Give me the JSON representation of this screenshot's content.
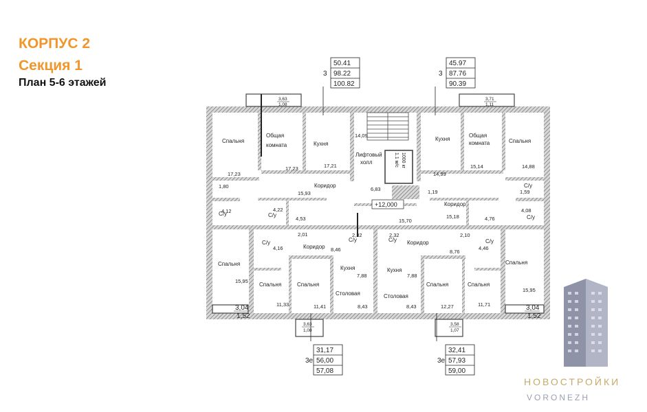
{
  "header": {
    "building": "КОРПУС 2",
    "section": "Секция 1",
    "floor_plan": "План 5-6 этажей"
  },
  "apartment_tables": [
    {
      "rooms": "3",
      "values": [
        "50.41",
        "98.22",
        "100.82"
      ]
    },
    {
      "rooms": "3",
      "values": [
        "45.97",
        "87.76",
        "90.39"
      ]
    },
    {
      "rooms": "3е",
      "values": [
        "31,17",
        "56,00",
        "57,08"
      ]
    },
    {
      "rooms": "3е",
      "values": [
        "32,41",
        "57,93",
        "59,00"
      ]
    }
  ],
  "balconies": [
    {
      "a": "3,63",
      "b": "1,08"
    },
    {
      "a": "3,71",
      "b": "1,11"
    },
    {
      "a": "3,63",
      "b": "1,08"
    },
    {
      "a": "3,58",
      "b": "1,07"
    },
    {
      "a": "3,04",
      "b": "1,52"
    },
    {
      "a": "3,04",
      "b": "1,52"
    }
  ],
  "rooms": {
    "spalnya": "Спальня",
    "obshaya": "Общая",
    "komnata": "комната",
    "kuhnya": "Кухня",
    "koridor": "Коридор",
    "su": "С/у",
    "stolovaya": "Столовая",
    "lift_hall_1": "Лифтовый",
    "lift_hall_2": "холл",
    "elevator": "1000 кг",
    "elevator_2": "1.1 м/с",
    "elevation": "+12,000"
  },
  "areas": {
    "a_17_23_top": "17,23",
    "a_17_21": "17,21",
    "a_14_09": "14,09",
    "a_14_99": "14,99",
    "a_15_14": "15,14",
    "a_14_88": "14,88",
    "a_17_23_left": "17,23",
    "a_1_80": "1,80",
    "a_15_93": "15,93",
    "a_6_83": "6,83",
    "a_1_19": "1,19",
    "a_1_59": "1,59",
    "a_4_12": "4,12",
    "a_4_22": "4,22",
    "a_4_53": "4,53",
    "a_15_70": "15,70",
    "a_15_18": "15,18",
    "a_4_76": "4,76",
    "a_4_08": "4,08",
    "a_2_01": "2,01",
    "a_2_32_l": "2,32",
    "a_2_32_r": "2,32",
    "a_2_10": "2,10",
    "a_4_16": "4,16",
    "a_8_46": "8,46",
    "a_8_76": "8,76",
    "a_4_46": "4,46",
    "a_7_88_l": "7,88",
    "a_7_88_r": "7,88",
    "a_15_95_l": "15,95",
    "a_15_95_r": "15,95",
    "a_11_33": "11,33",
    "a_11_41": "11,41",
    "a_8_43_l": "8,43",
    "a_8_43_r": "8,43",
    "a_12_27": "12,27",
    "a_11_71": "11,71"
  },
  "watermark": {
    "line1": "НОВОСТРОЙКИ",
    "line2": "VORONEZH"
  },
  "colors": {
    "title_orange": "#f0962b",
    "wall_hatch": "#8c8c8c",
    "brand_gold": "#c7a86b",
    "brand_gray": "#9a9fb2"
  }
}
